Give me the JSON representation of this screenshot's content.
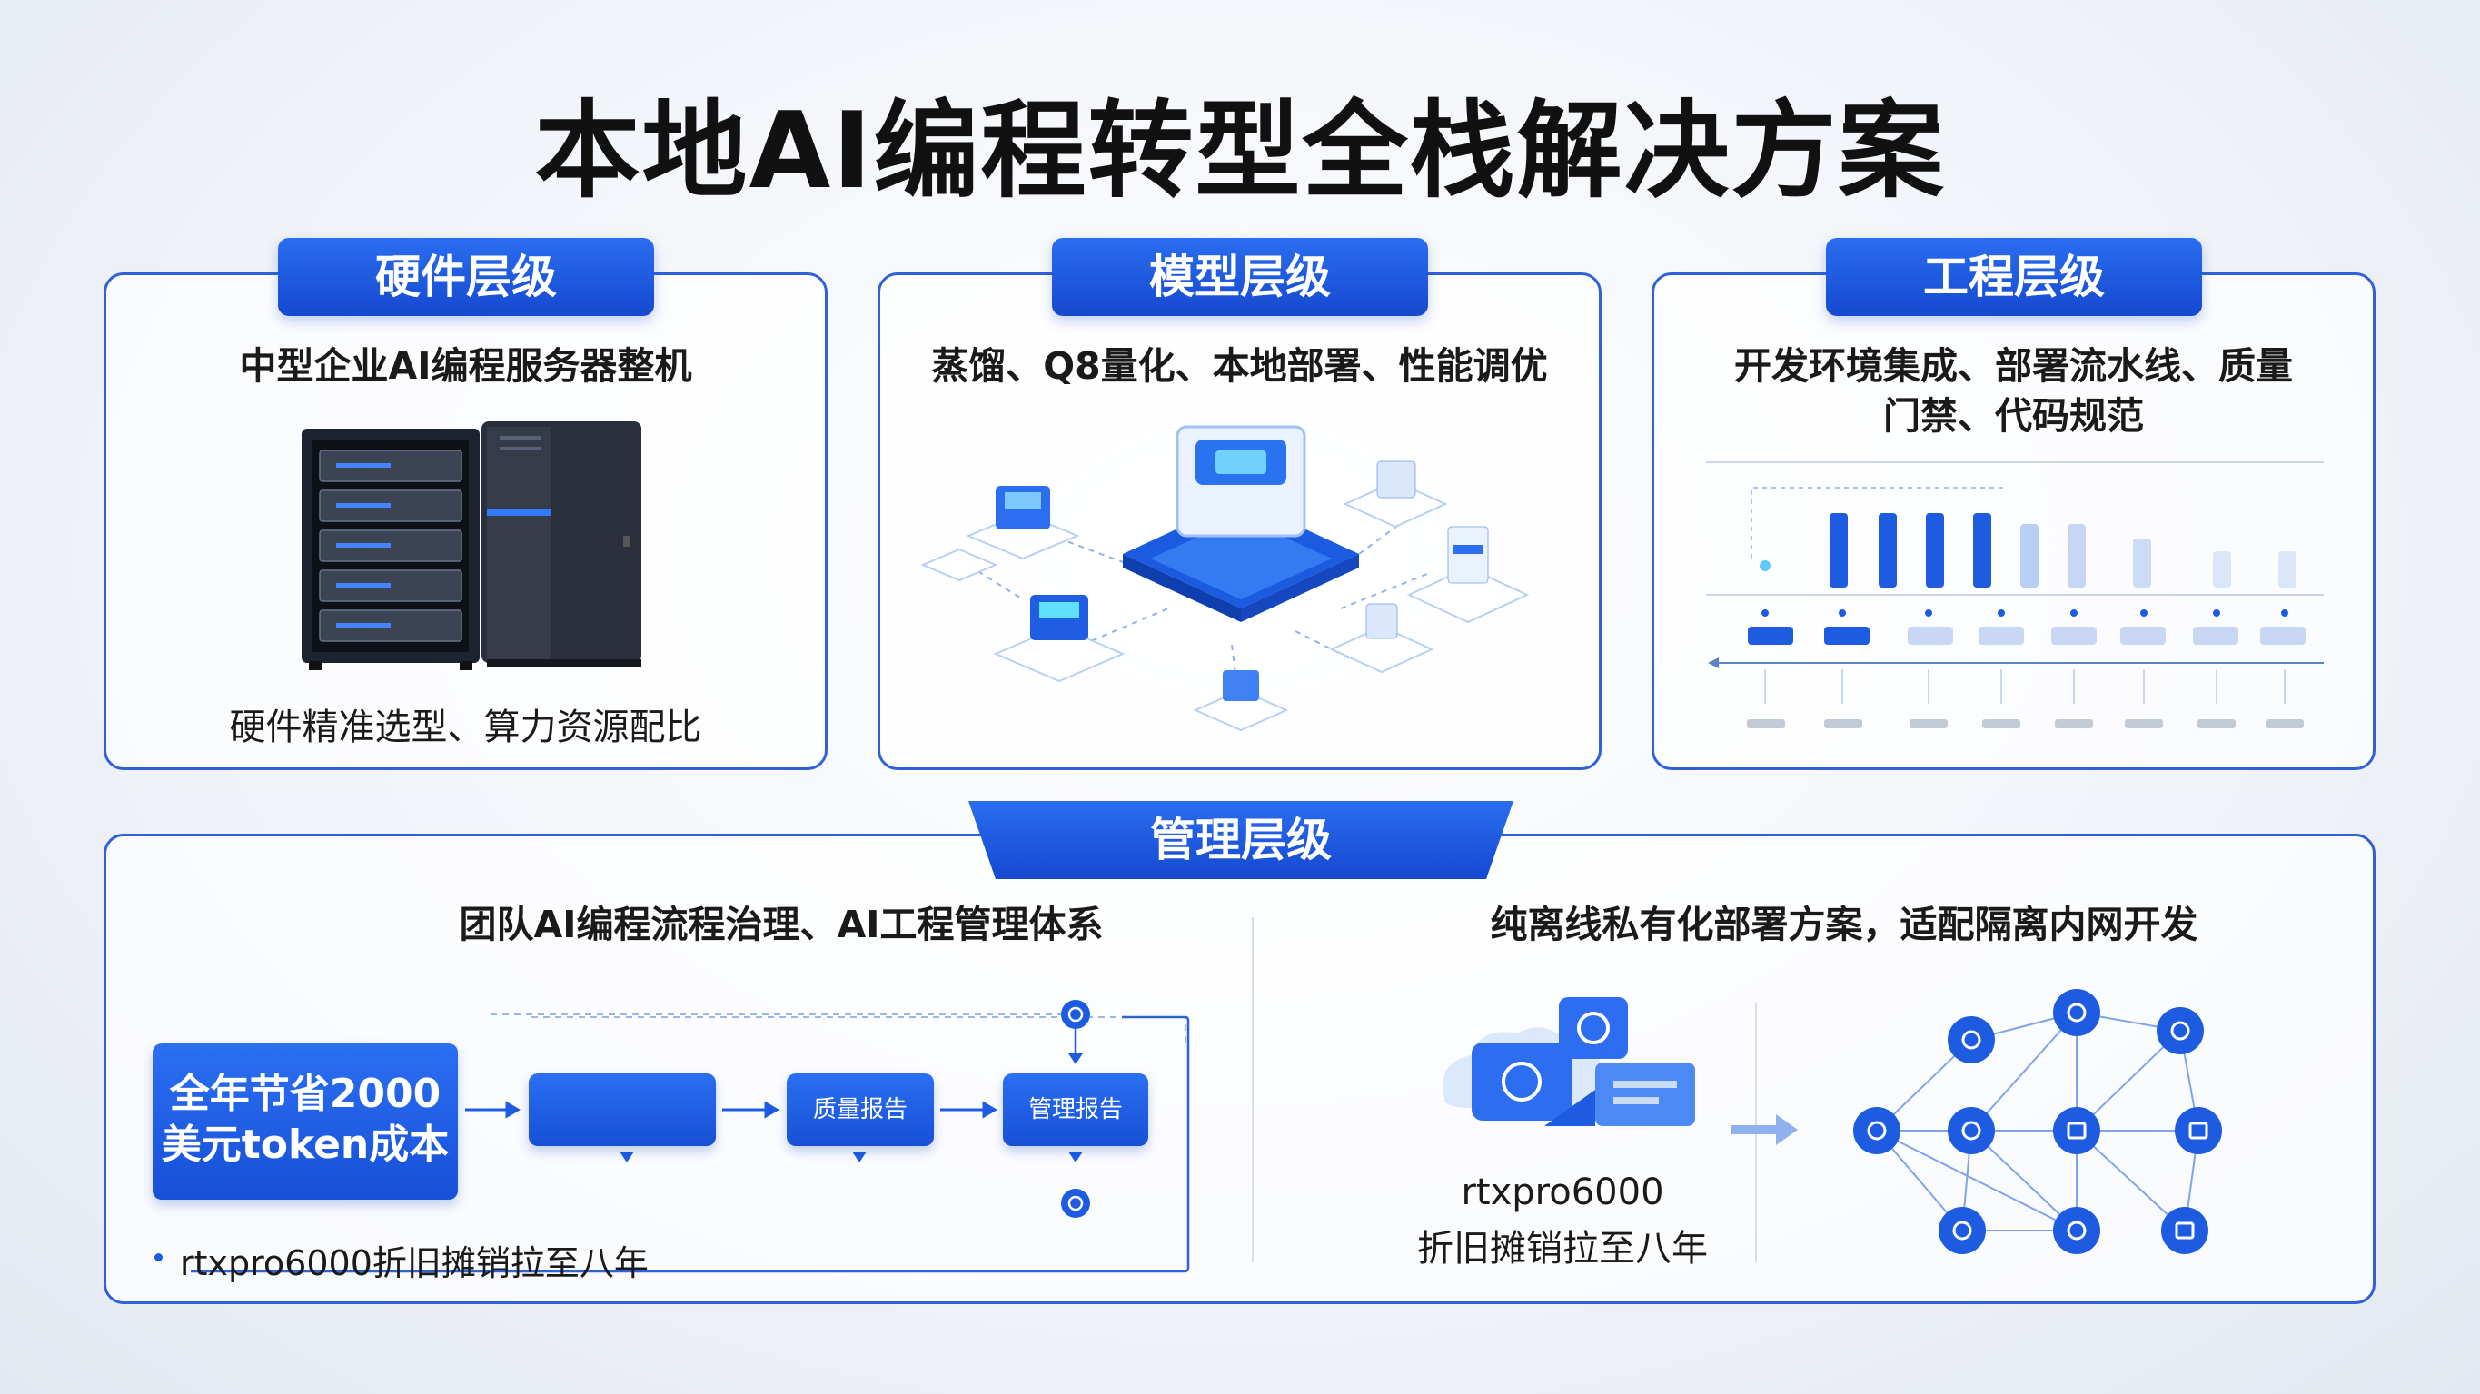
{
  "title": "本地AI编程转型全栈解决方案",
  "hardware": {
    "badge": "硬件层级",
    "subtitle": "中型企业AI编程服务器整机",
    "caption": "硬件精准选型、算力资源配比"
  },
  "model": {
    "badge": "模型层级",
    "subtitle": "蒸馏、Q8量化、本地部署、性能调优"
  },
  "engineering": {
    "badge": "工程层级",
    "subtitle_line1": "开发环境集成、部署流水线、质量",
    "subtitle_line2": "门禁、代码规范"
  },
  "management": {
    "badge": "管理层级",
    "left_subtitle": "团队AI编程流程治理、AI工程管理体系",
    "savings_line1": "全年节省2000",
    "savings_line2": "美元token成本",
    "flow_box_2": "质量报告",
    "flow_box_3": "管理报告",
    "bullet": "rtxpro6000折旧摊销拉至八年",
    "right_subtitle": "纯离线私有化部署方案，适配隔离内网开发",
    "right_caption_line1": "rtxpro6000",
    "right_caption_line2": "折旧摊销拉至八年"
  },
  "colors": {
    "accent": "#1d5be0",
    "border": "#2f62d6",
    "light_blue": "#9fc0f5"
  }
}
